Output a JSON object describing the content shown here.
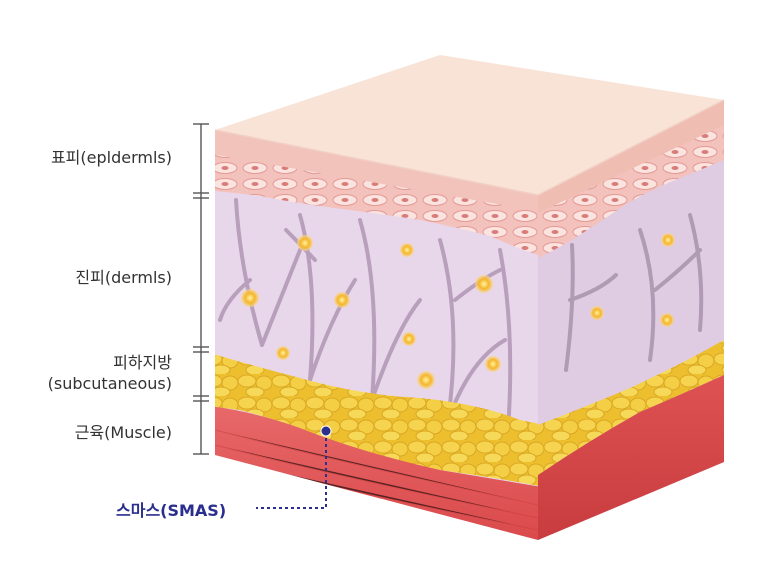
{
  "labels": {
    "epidermis": "표피(epldermls)",
    "dermis": "진피(dermls)",
    "subcutaneous_ko": "피하지방",
    "subcutaneous_en": "(subcutaneous)",
    "muscle": "근육(Muscle)",
    "smas": "스마스(SMAS)"
  },
  "colors": {
    "epidermis_top": "#f8e3d6",
    "epidermis_front": "#f2c3bb",
    "cell_layer": "#f1b9b4",
    "dermis": "#e8d7ea",
    "vessel": "#b49ab8",
    "fat": "#f2cc3c",
    "muscle": "#e55c5c",
    "smas_marker": "#2a2e8c"
  }
}
